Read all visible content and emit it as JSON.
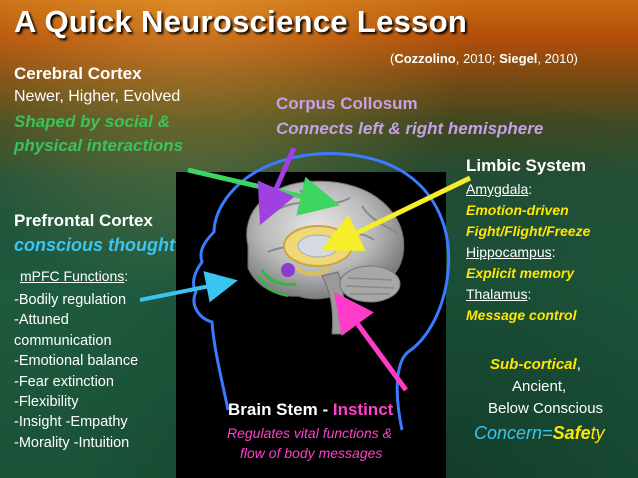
{
  "slide": {
    "title": "A Quick Neuroscience Lesson",
    "citation": {
      "open": "(",
      "author1": "Cozzolino",
      "mid": ", 2010; ",
      "author2": "Siegel",
      "close": ", 2010)"
    },
    "cerebral_cortex": {
      "heading": "Cerebral Cortex",
      "line1": "Newer, Higher, Evolved",
      "line2": "Shaped by social &",
      "line3": "physical interactions"
    },
    "corpus_collosum": {
      "heading": "Corpus Collosum",
      "desc": "Connects left & right hemisphere"
    },
    "prefrontal_cortex": {
      "heading": "Prefrontal Cortex",
      "desc": "conscious thought",
      "mpfc_label": "mPFC Functions",
      "mpfc_colon": ":",
      "functions": [
        "-Bodily regulation",
        "-Attuned",
        "communication",
        "-Emotional balance",
        "-Fear extinction",
        "-Flexibility",
        "-Insight   -Empathy",
        "-Morality   -Intuition"
      ]
    },
    "limbic_system": {
      "heading": "Limbic System",
      "amygdala": "Amygdala",
      "amygdala_colon": ":",
      "amygdala_desc1": "Emotion-driven",
      "amygdala_desc2": "Fight/Flight/Freeze",
      "hippocampus": "Hippocampus",
      "hippocampus_colon": ":",
      "hippocampus_desc": "Explicit memory",
      "thalamus": "Thalamus",
      "thalamus_colon": ":",
      "thalamus_desc": "Message control"
    },
    "subcortical": {
      "line1": "Sub-cortical",
      "line1_suffix": ",",
      "line2": "Ancient,",
      "line3": "Below Conscious",
      "concern_prefix": "Concern=",
      "safe": "Safe",
      "ty": "ty"
    },
    "brain_stem": {
      "heading": "Brain Stem - ",
      "instinct": "Instinct",
      "desc1": "Regulates vital functions &",
      "desc2": "flow of body messages"
    },
    "colors": {
      "arrow_green": "#3ed460",
      "arrow_purple": "#a040e0",
      "arrow_yellow": "#f6ee2a",
      "arrow_cyan": "#3cc4f0",
      "arrow_magenta": "#ff3cc8",
      "head_outline": "#3a7bff"
    },
    "icons": {
      "illustration": "brain-sagittal-illustration"
    }
  }
}
